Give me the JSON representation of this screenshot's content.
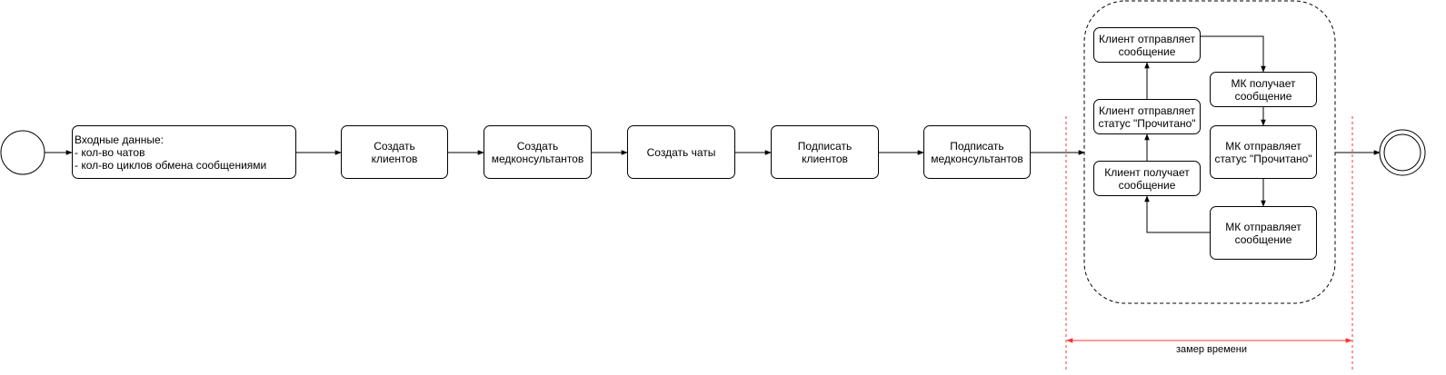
{
  "colors": {
    "stroke": "#000000",
    "measure": "#ff3333",
    "background": "#ffffff"
  },
  "start_event": {
    "icon": "start-circle"
  },
  "end_event": {
    "icon": "end-double-circle"
  },
  "main_flow": [
    {
      "id": "input",
      "text": "Входные данные:\n- кол-во чатов\n- кол-во циклов обмена сообщениями"
    },
    {
      "id": "create-clients",
      "text": "Создать\nклиентов"
    },
    {
      "id": "create-consultants",
      "text": "Создать\nмедконсультантов"
    },
    {
      "id": "create-chats",
      "text": "Создать чаты"
    },
    {
      "id": "subscribe-clients",
      "text": "Подписать\nклиентов"
    },
    {
      "id": "subscribe-consultants",
      "text": "Подписать\nмедконсультантов"
    }
  ],
  "loop": {
    "client_sends": "Клиент отправляет\nсообщение",
    "mk_receives": "МК получает\nсообщение",
    "mk_sends_status": "МК отправляет\nстатус \"Прочитано\"",
    "mk_sends": "МК отправляет\nсообщение",
    "client_receives": "Клиент получает\nсообщение",
    "client_sends_status": "Клиент отправляет\nстатус \"Прочитано\""
  },
  "measurement": {
    "label": "замер времени"
  }
}
